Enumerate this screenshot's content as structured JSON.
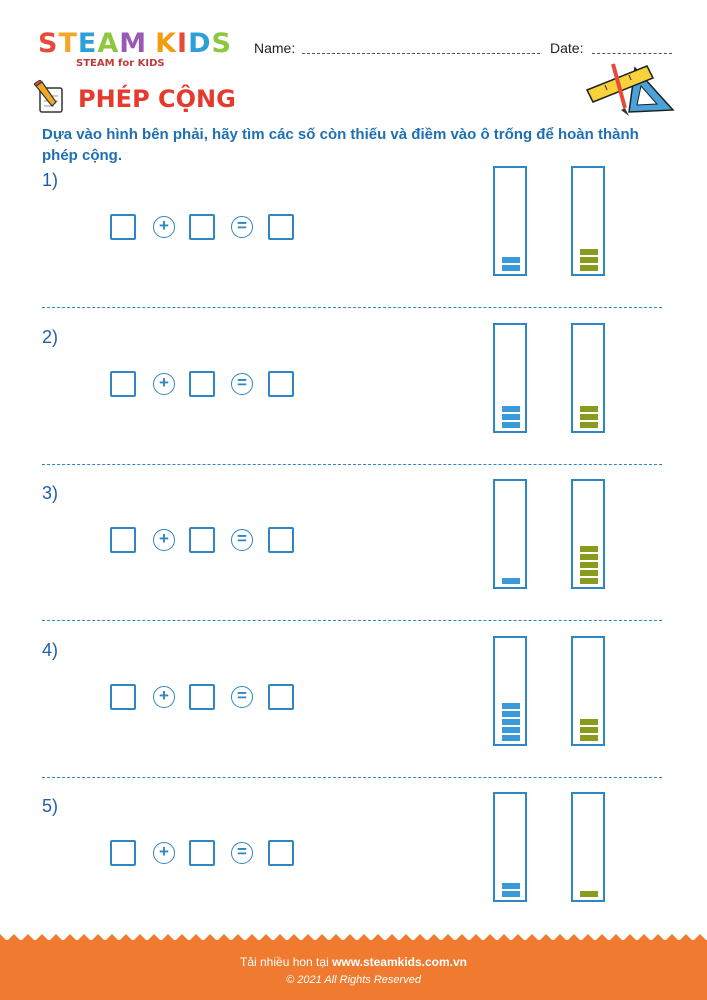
{
  "header": {
    "logo_letters": [
      "S",
      "T",
      "E",
      "A",
      "M",
      " ",
      "K",
      "I",
      "D",
      "S"
    ],
    "logo_colors": [
      "#e84a3a",
      "#f5a623",
      "#2f9fd8",
      "#8dc63f",
      "#9b59b6",
      "#ffffff",
      "#f39c12",
      "#e84a3a",
      "#2f9fd8",
      "#8dc63f"
    ],
    "logo_tagline": "STEAM for KIDS",
    "name_label": "Name:",
    "date_label": "Date:"
  },
  "title": "PHÉP CỘNG",
  "title_color": "#e63a2e",
  "instruction": "Dựa vào hình bên phải, hãy tìm các số còn thiếu và điềm vào ô trống để hoàn thành phép cộng.",
  "operators": {
    "plus": "+",
    "equals": "="
  },
  "problems": [
    {
      "label": "1)",
      "blue_blocks": 2,
      "green_blocks": 3
    },
    {
      "label": "2)",
      "blue_blocks": 3,
      "green_blocks": 3
    },
    {
      "label": "3)",
      "blue_blocks": 1,
      "green_blocks": 5
    },
    {
      "label": "4)",
      "blue_blocks": 5,
      "green_blocks": 3
    },
    {
      "label": "5)",
      "blue_blocks": 2,
      "green_blocks": 1
    }
  ],
  "colors": {
    "blue_block": "#3a9ad9",
    "green_block": "#8a9a1f",
    "accent": "#2f86c5",
    "footer": "#f07b30"
  },
  "footer": {
    "prefix": "Tải nhiều hon tại ",
    "site": "www.steamkids.com.vn",
    "copyright": "© 2021 All Rights Reserved"
  }
}
